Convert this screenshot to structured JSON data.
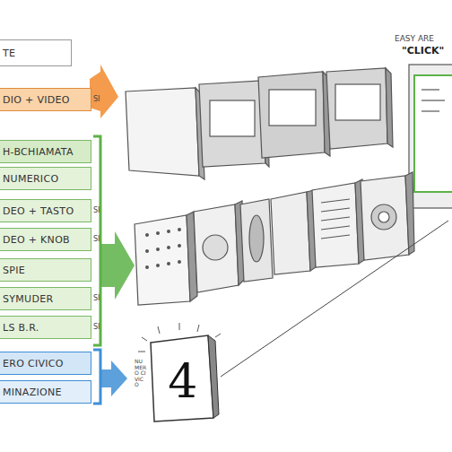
{
  "diagram": {
    "nodes": [
      {
        "text": [
          "TE"
        ]
      },
      {
        "text": [
          "DIO + VIDEO"
        ]
      },
      {
        "text": [
          "H-BCHIAMATA"
        ]
      },
      {
        "text": [
          "NUMERICO"
        ]
      },
      {
        "text": [
          "DEO + TASTO"
        ]
      },
      {
        "text": [
          "DEO + KNOB"
        ]
      },
      {
        "text": [
          "SPIE"
        ]
      },
      {
        "text": [
          "SYMUDER"
        ]
      },
      {
        "text": [
          "LS B.R."
        ]
      },
      {
        "text": [
          "ERO CIVICO"
        ]
      },
      {
        "text": [
          "MINAZIONE"
        ]
      },
      {
        "text": [
          "4"
        ]
      }
    ],
    "labels": [
      "SI",
      "SI",
      "SI",
      "SI",
      "SI",
      "EASY ARE",
      "\"CLICK\"",
      "NUMERO CIVICO"
    ]
  }
}
